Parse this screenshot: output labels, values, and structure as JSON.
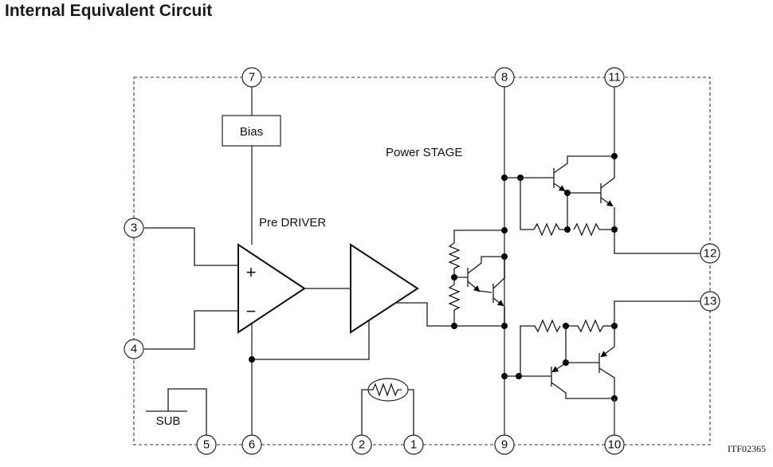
{
  "title": "Internal Equivalent Circuit",
  "blocks": {
    "bias": "Bias",
    "pre_driver": "Pre DRIVER",
    "power_stage": "Power STAGE",
    "sub": "SUB"
  },
  "opamp_signs": {
    "plus": "+",
    "minus": "−"
  },
  "pins": {
    "p1": "1",
    "p2": "2",
    "p3": "3",
    "p4": "4",
    "p5": "5",
    "p6": "6",
    "p7": "7",
    "p8": "8",
    "p9": "9",
    "p10": "10",
    "p11": "11",
    "p12": "12",
    "p13": "13"
  },
  "figure_code": "ITF02365"
}
